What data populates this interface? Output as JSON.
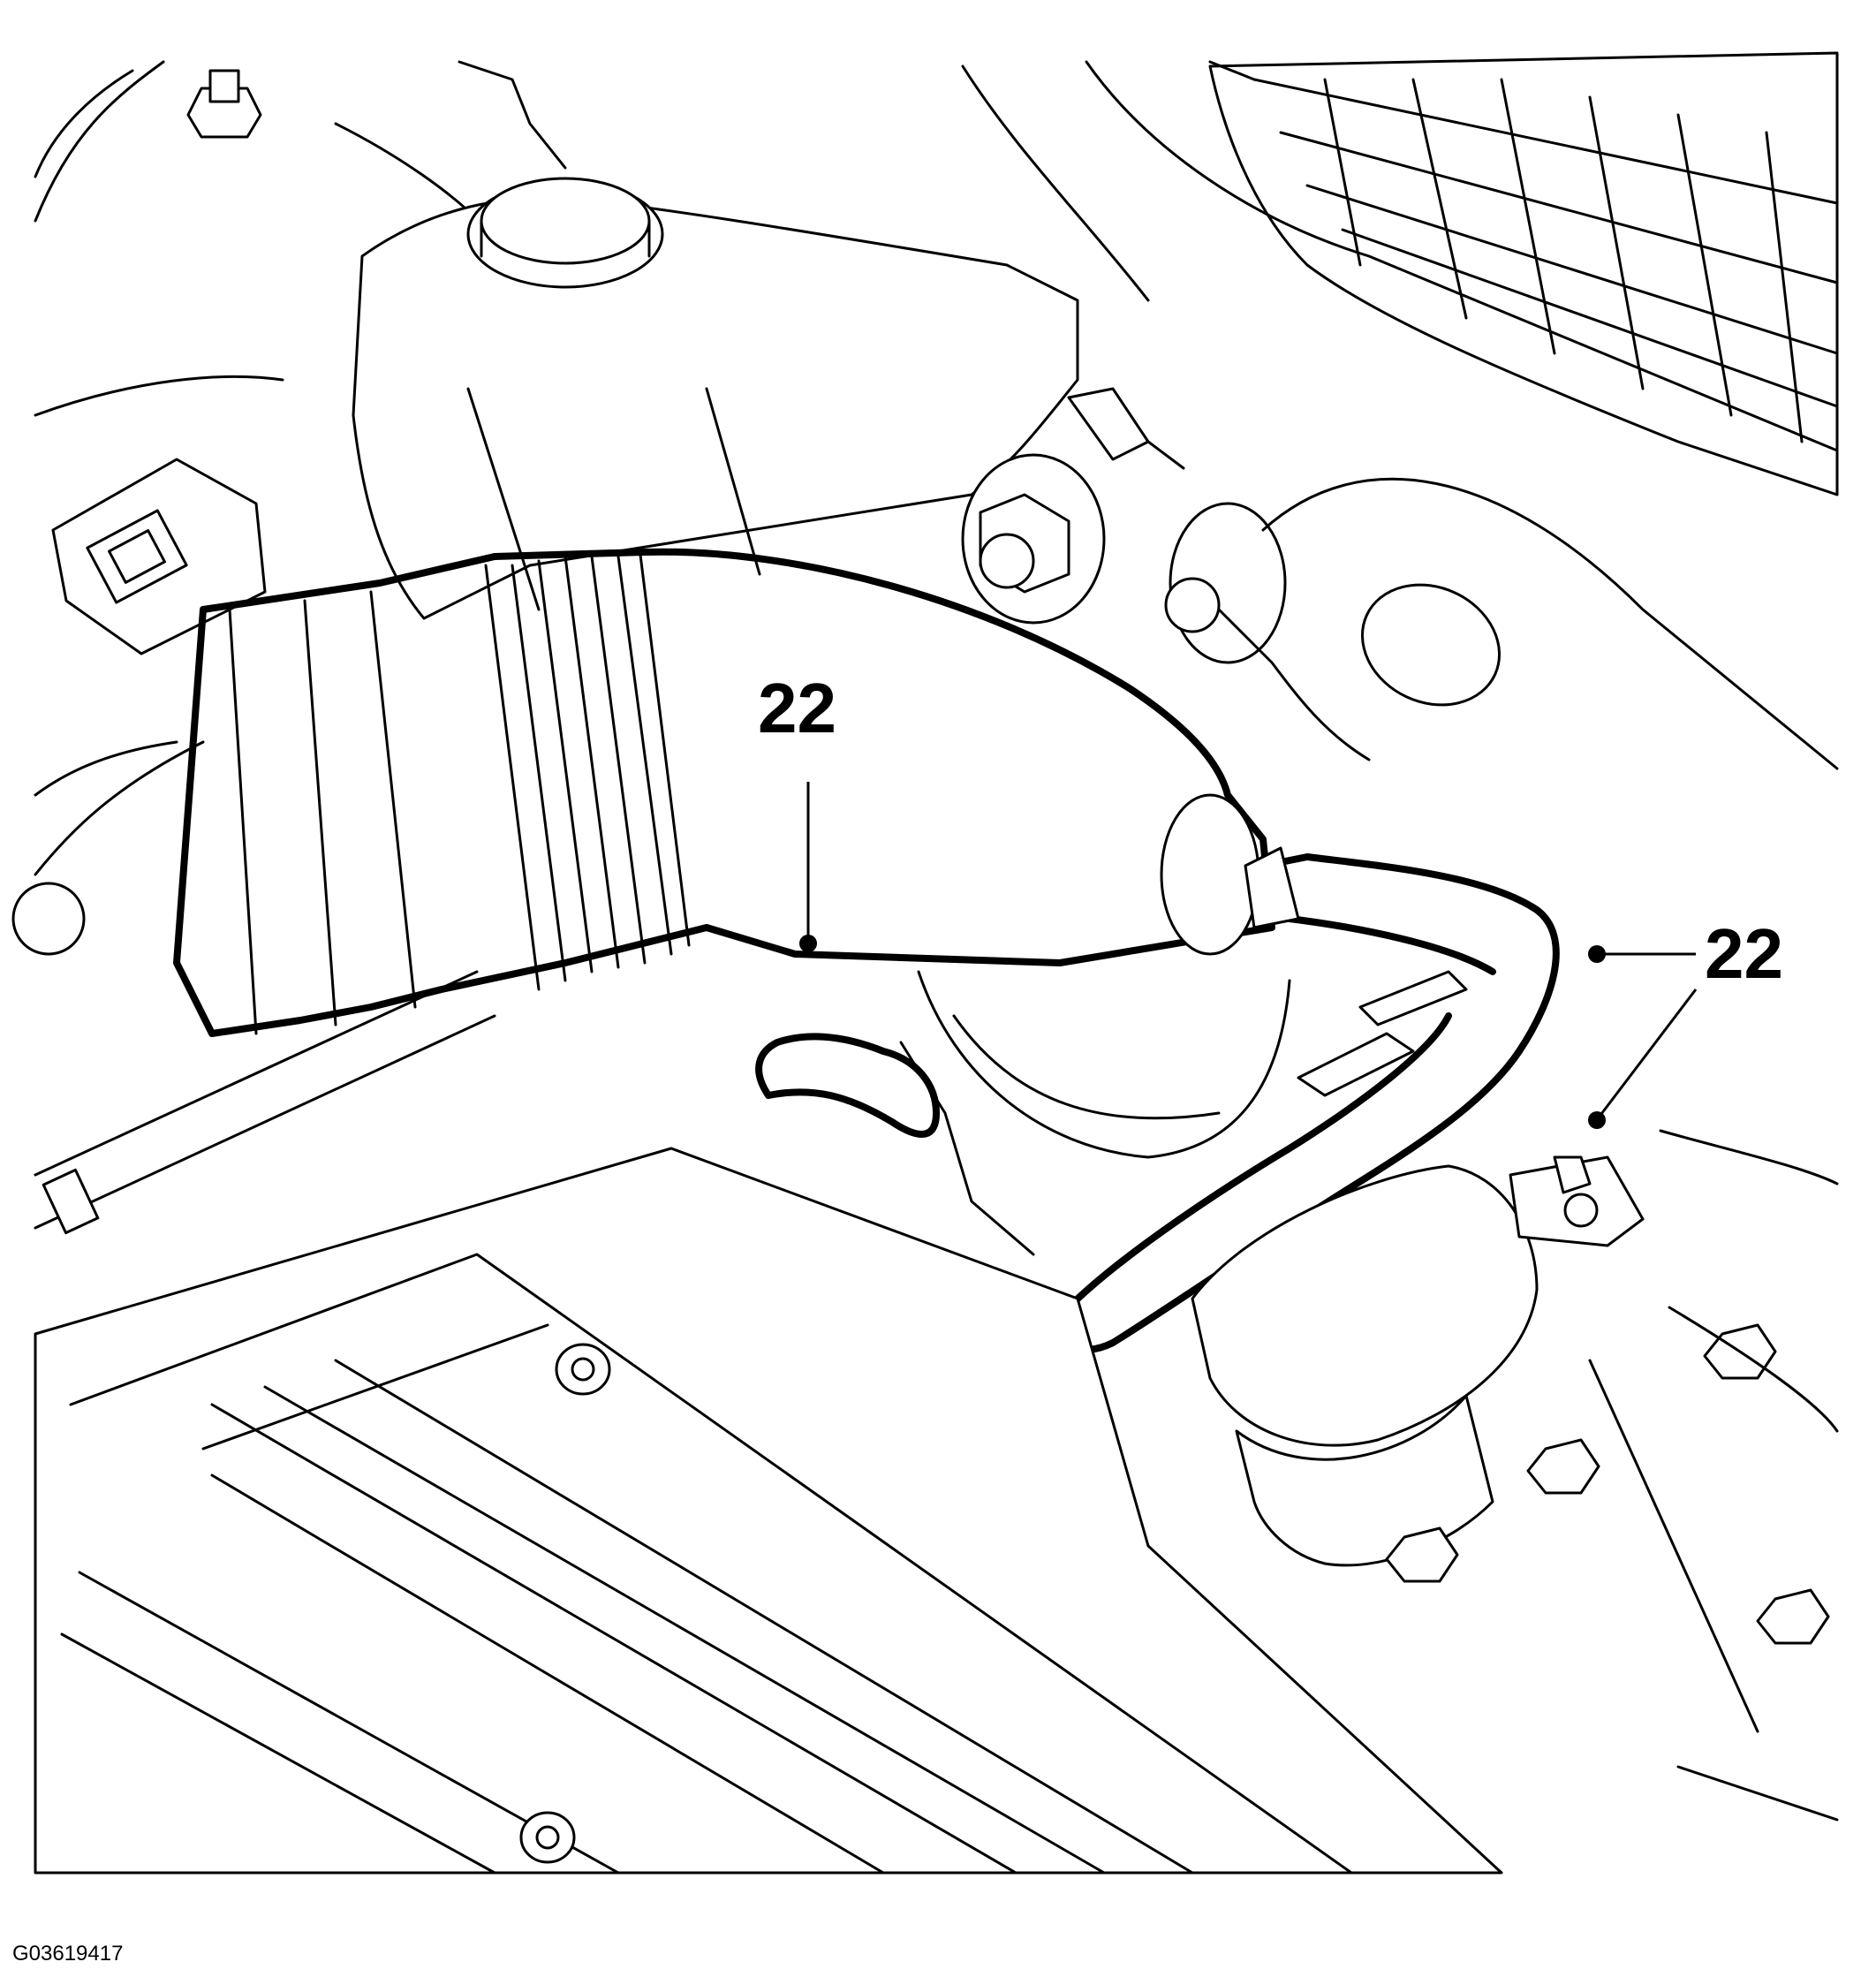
{
  "callouts": [
    {
      "label": "22"
    },
    {
      "label": "22"
    }
  ],
  "figure_id": "G03619417"
}
